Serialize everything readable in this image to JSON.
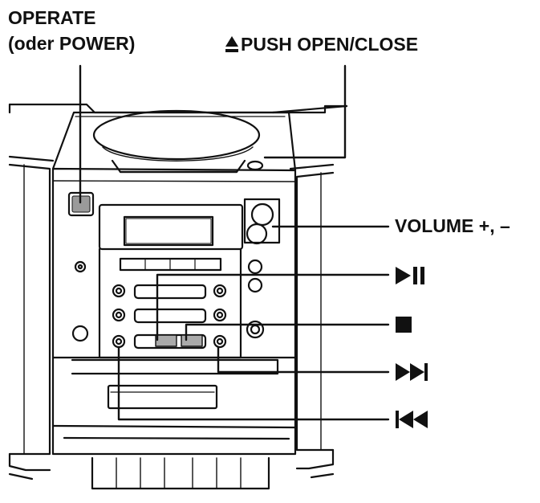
{
  "labels": {
    "operate": "OPERATE",
    "operate_alt": "(oder POWER)",
    "push_open_close": "PUSH OPEN/CLOSE",
    "volume": "VOLUME +, –"
  },
  "icons": {
    "eject": "eject-icon",
    "play_pause": "play-pause-icon",
    "stop": "stop-icon",
    "next": "next-track-icon",
    "previous": "previous-track-icon"
  },
  "colors": {
    "ink": "#111111",
    "paper": "#ffffff"
  }
}
